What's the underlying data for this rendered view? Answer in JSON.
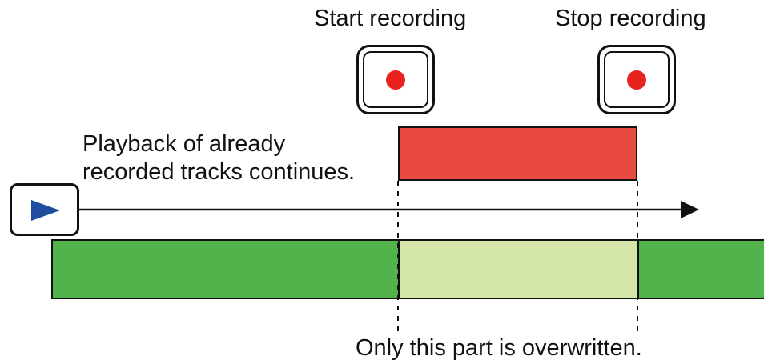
{
  "labels": {
    "start_recording": "Start recording",
    "stop_recording": "Stop recording",
    "playback_line1": "Playback of already",
    "playback_line2": "recorded tracks continues.",
    "overwritten": "Only this part is overwritten."
  },
  "icons": {
    "record": "record-icon",
    "play": "play-icon"
  },
  "colors": {
    "record_dot": "#e8231f",
    "recording_bar": "#e84a42",
    "track_green": "#52b24c",
    "overwritten_section": "#d4e6a8",
    "play_arrow": "#1f4ea1"
  }
}
